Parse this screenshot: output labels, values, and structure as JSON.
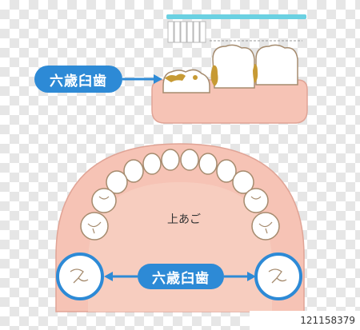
{
  "labels": {
    "molar_top": "六歳臼歯",
    "molar_bottom": "六歳臼歯",
    "palate": "上あご"
  },
  "watermark": {
    "stock_id": "121158379"
  },
  "colors": {
    "accent_blue": "#2d8ad6",
    "gum_pink": "#f6c3b5",
    "gum_outline": "#e0a496",
    "tooth_fill": "#ffffff",
    "tooth_outline": "#a58b6e",
    "plaque_brown": "#c79a34",
    "toothbrush_bar": "#6bd1e2"
  }
}
